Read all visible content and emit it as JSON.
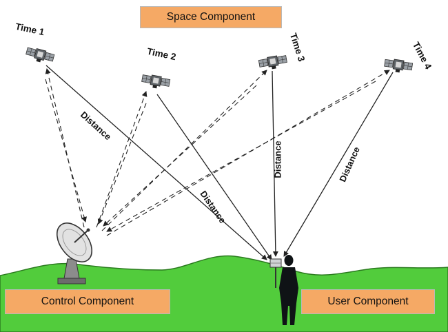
{
  "components": {
    "space": "Space Component",
    "control": "Control Component",
    "user": "User Component"
  },
  "satellites": [
    {
      "time_label": "Time 1"
    },
    {
      "time_label": "Time 2"
    },
    {
      "time_label": "Time 3"
    },
    {
      "time_label": "Time 4"
    }
  ],
  "distance_label": "Distance",
  "colors": {
    "ground": "#52cc3c",
    "ground_outline": "#2a7a1e",
    "component_box": "#f5a965",
    "line": "#222222"
  },
  "icons": [
    "satellite-icon",
    "satellite-dish-icon",
    "gps-receiver-icon",
    "person-silhouette-icon"
  ]
}
